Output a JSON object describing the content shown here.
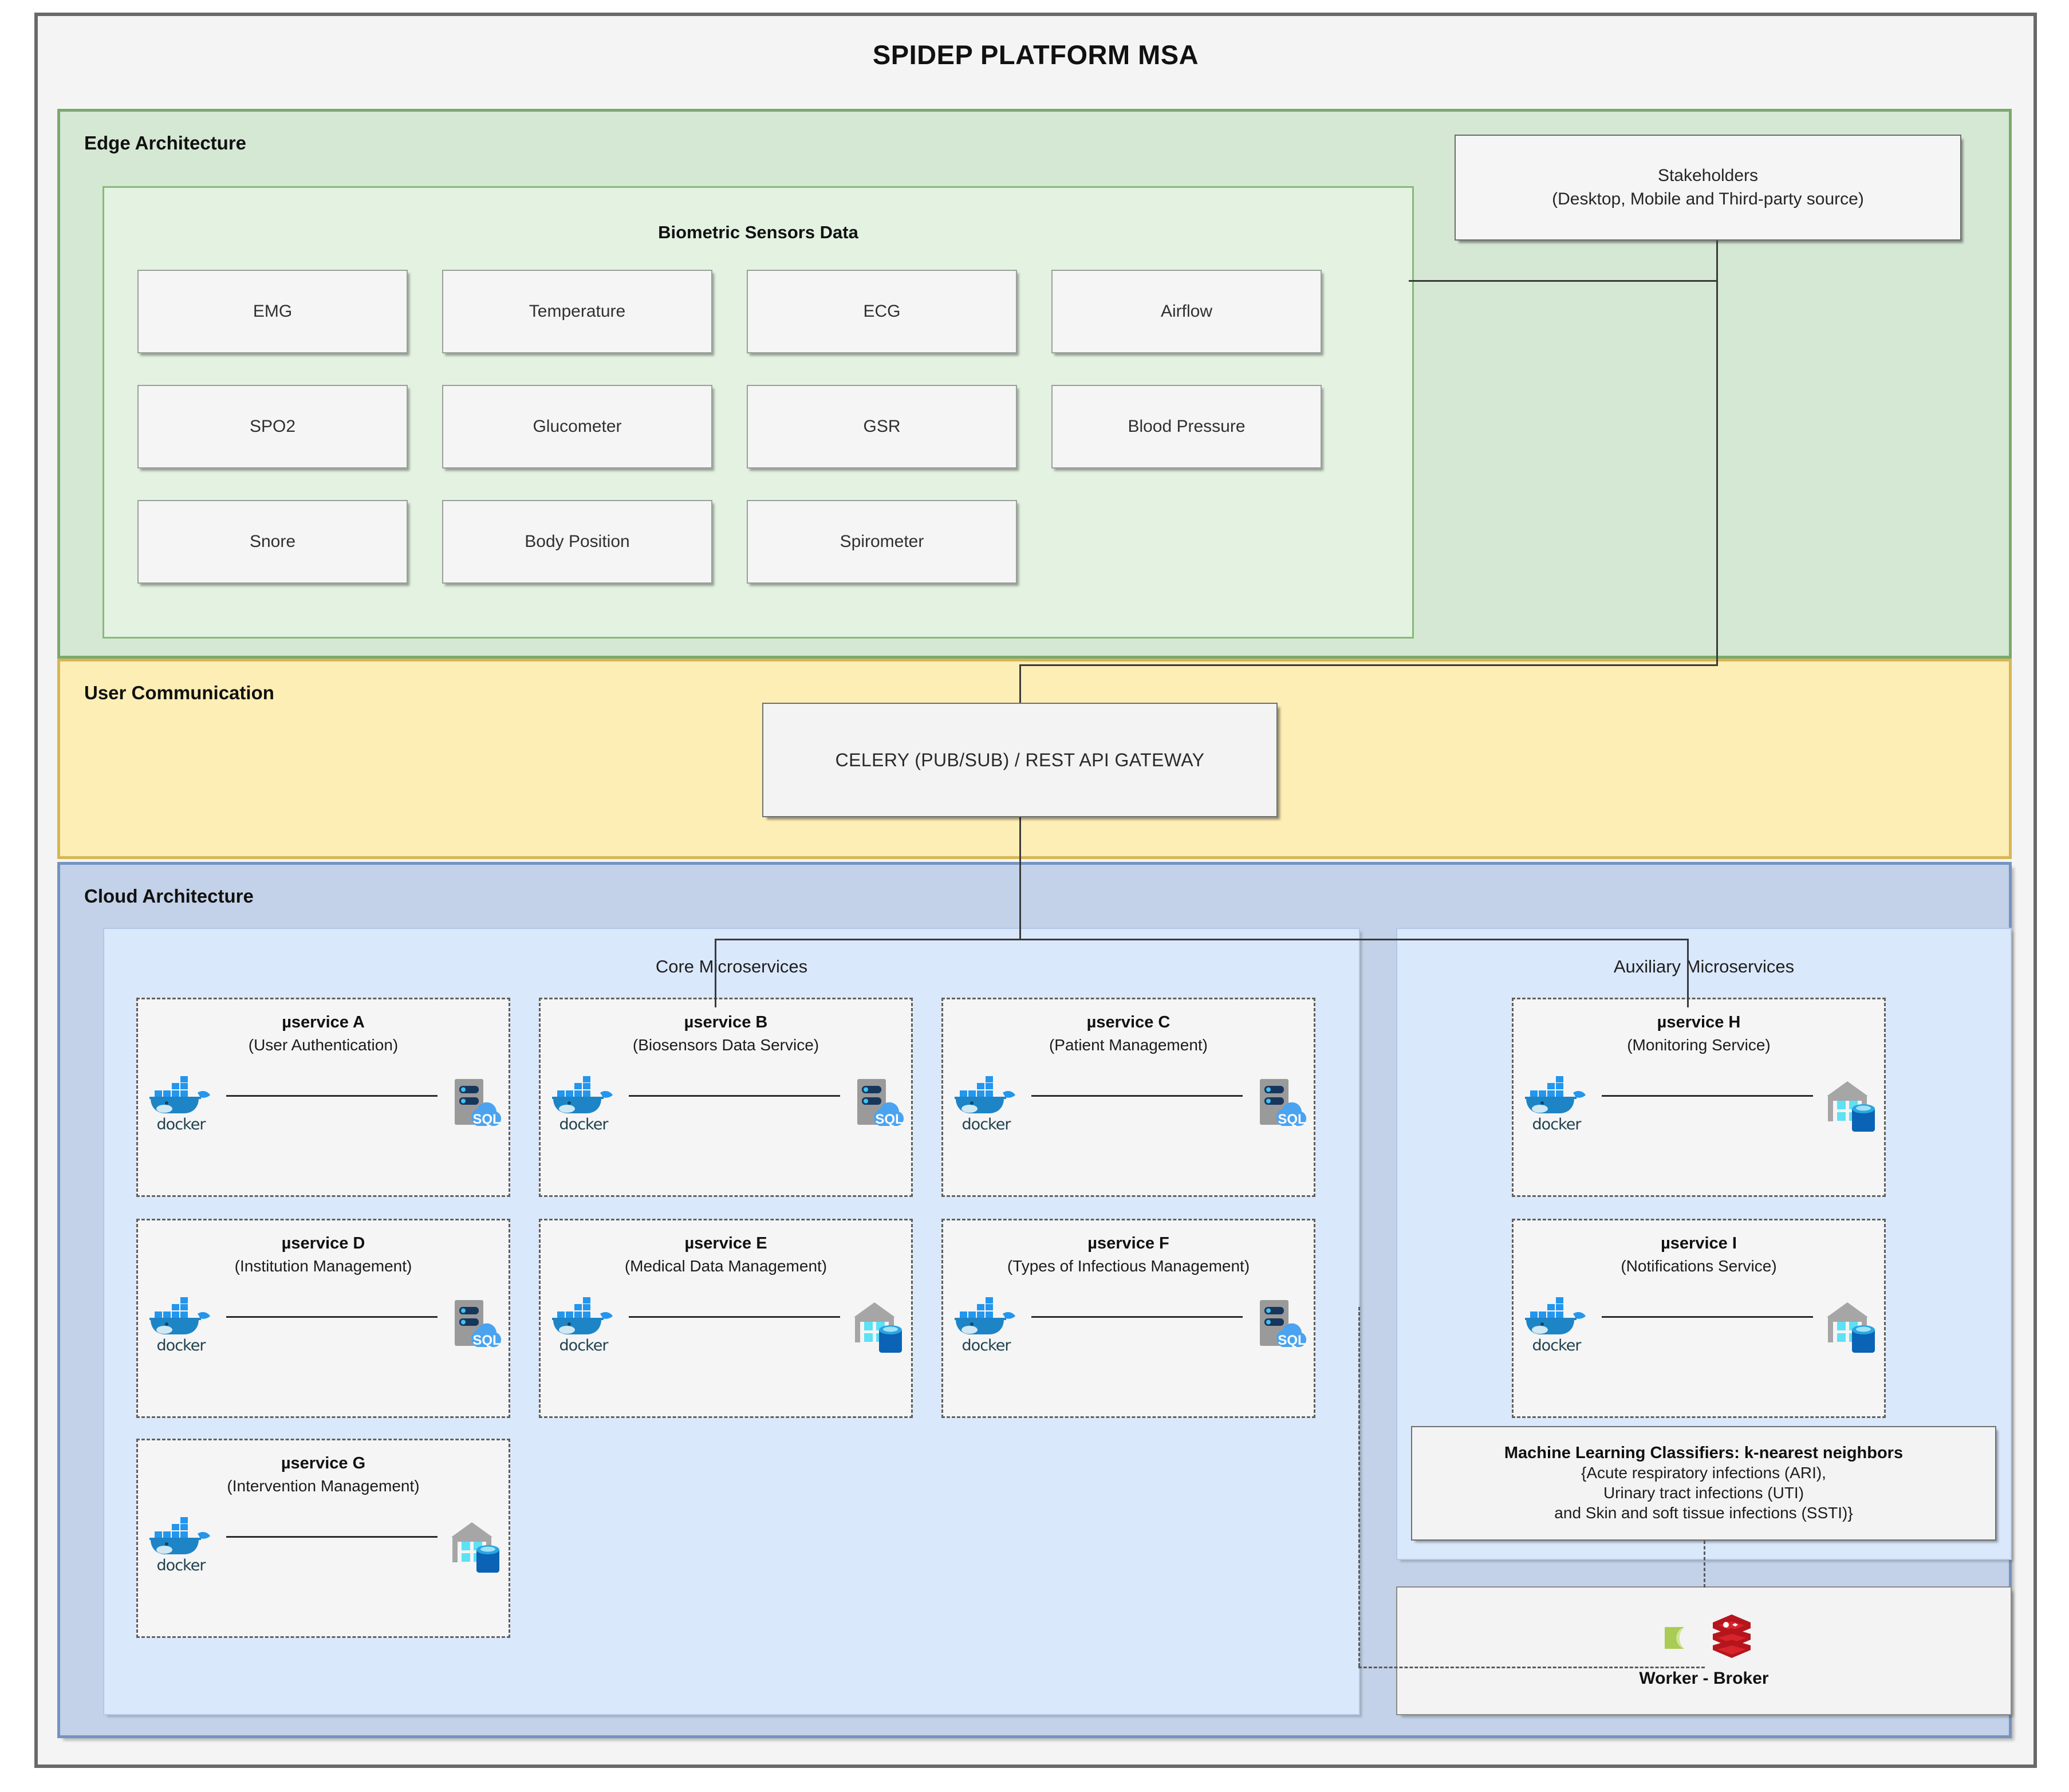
{
  "title": "SPIDEP PLATFORM MSA",
  "edge": {
    "label": "Edge Architecture",
    "panel_title": "Biometric Sensors Data",
    "sensors": [
      "EMG",
      "Temperature",
      "ECG",
      "Airflow",
      "SPO2",
      "Glucometer",
      "GSR",
      "Blood Pressure",
      "Snore",
      "Body Position",
      "Spirometer"
    ],
    "stakeholders": {
      "line1": "Stakeholders",
      "line2": "(Desktop, Mobile and Third-party source)"
    }
  },
  "communication": {
    "label": "User Communication",
    "gateway": "CELERY (PUB/SUB) / REST API GATEWAY"
  },
  "cloud": {
    "label": "Cloud Architecture",
    "core_title": "Core Microservices",
    "aux_title": "Auxiliary Microservices",
    "core_services": [
      {
        "name": "µservice A",
        "sub": "(User Authentication)",
        "db": "sql"
      },
      {
        "name": "µservice B",
        "sub": "(Biosensors Data Service)",
        "db": "sql"
      },
      {
        "name": "µservice C",
        "sub": "(Patient Management)",
        "db": "sql"
      },
      {
        "name": "µservice D",
        "sub": "(Institution Management)",
        "db": "sql"
      },
      {
        "name": "µservice E",
        "sub": "(Medical Data Management)",
        "db": "warehouse"
      },
      {
        "name": "µservice F",
        "sub": "(Types of Infectious Management)",
        "db": "sql"
      },
      {
        "name": "µservice G",
        "sub": "(Intervention Management)",
        "db": "warehouse"
      }
    ],
    "aux_services": [
      {
        "name": "µservice H",
        "sub": "(Monitoring Service)",
        "db": "warehouse"
      },
      {
        "name": "µservice I",
        "sub": "(Notifications Service)",
        "db": "warehouse"
      }
    ],
    "ml": {
      "title": "Machine Learning Classifiers: k-nearest neighbors",
      "line1": "{Acute respiratory infections (ARI),",
      "line2": "Urinary tract infections (UTI)",
      "line3": "and Skin and soft tissue infections (SSTI)}"
    },
    "worker": {
      "label": "Worker - Broker",
      "icons": [
        "celery-logo-icon",
        "redis-logo-icon"
      ]
    }
  },
  "icons": {
    "container": "docker-whale-icon",
    "container_label": "docker",
    "sql": "sql-database-server-icon",
    "warehouse": "data-warehouse-icon"
  },
  "colors": {
    "edge_band": "#d5e8d4",
    "edge_border": "#7ba96f",
    "biometric_panel": "#e3f2e1",
    "comm_band": "#fdeeb6",
    "comm_border": "#d6b656",
    "cloud_band": "#c3d2e8",
    "cloud_border": "#7493c0",
    "cloud_panel": "#dae8fc",
    "box_fill": "#f5f5f5",
    "frame": "#696969",
    "docker_blue": "#2496ed",
    "sql_blue": "#4aa3f0",
    "celery_green": "#a9cc54",
    "redis_red": "#c6262d"
  }
}
